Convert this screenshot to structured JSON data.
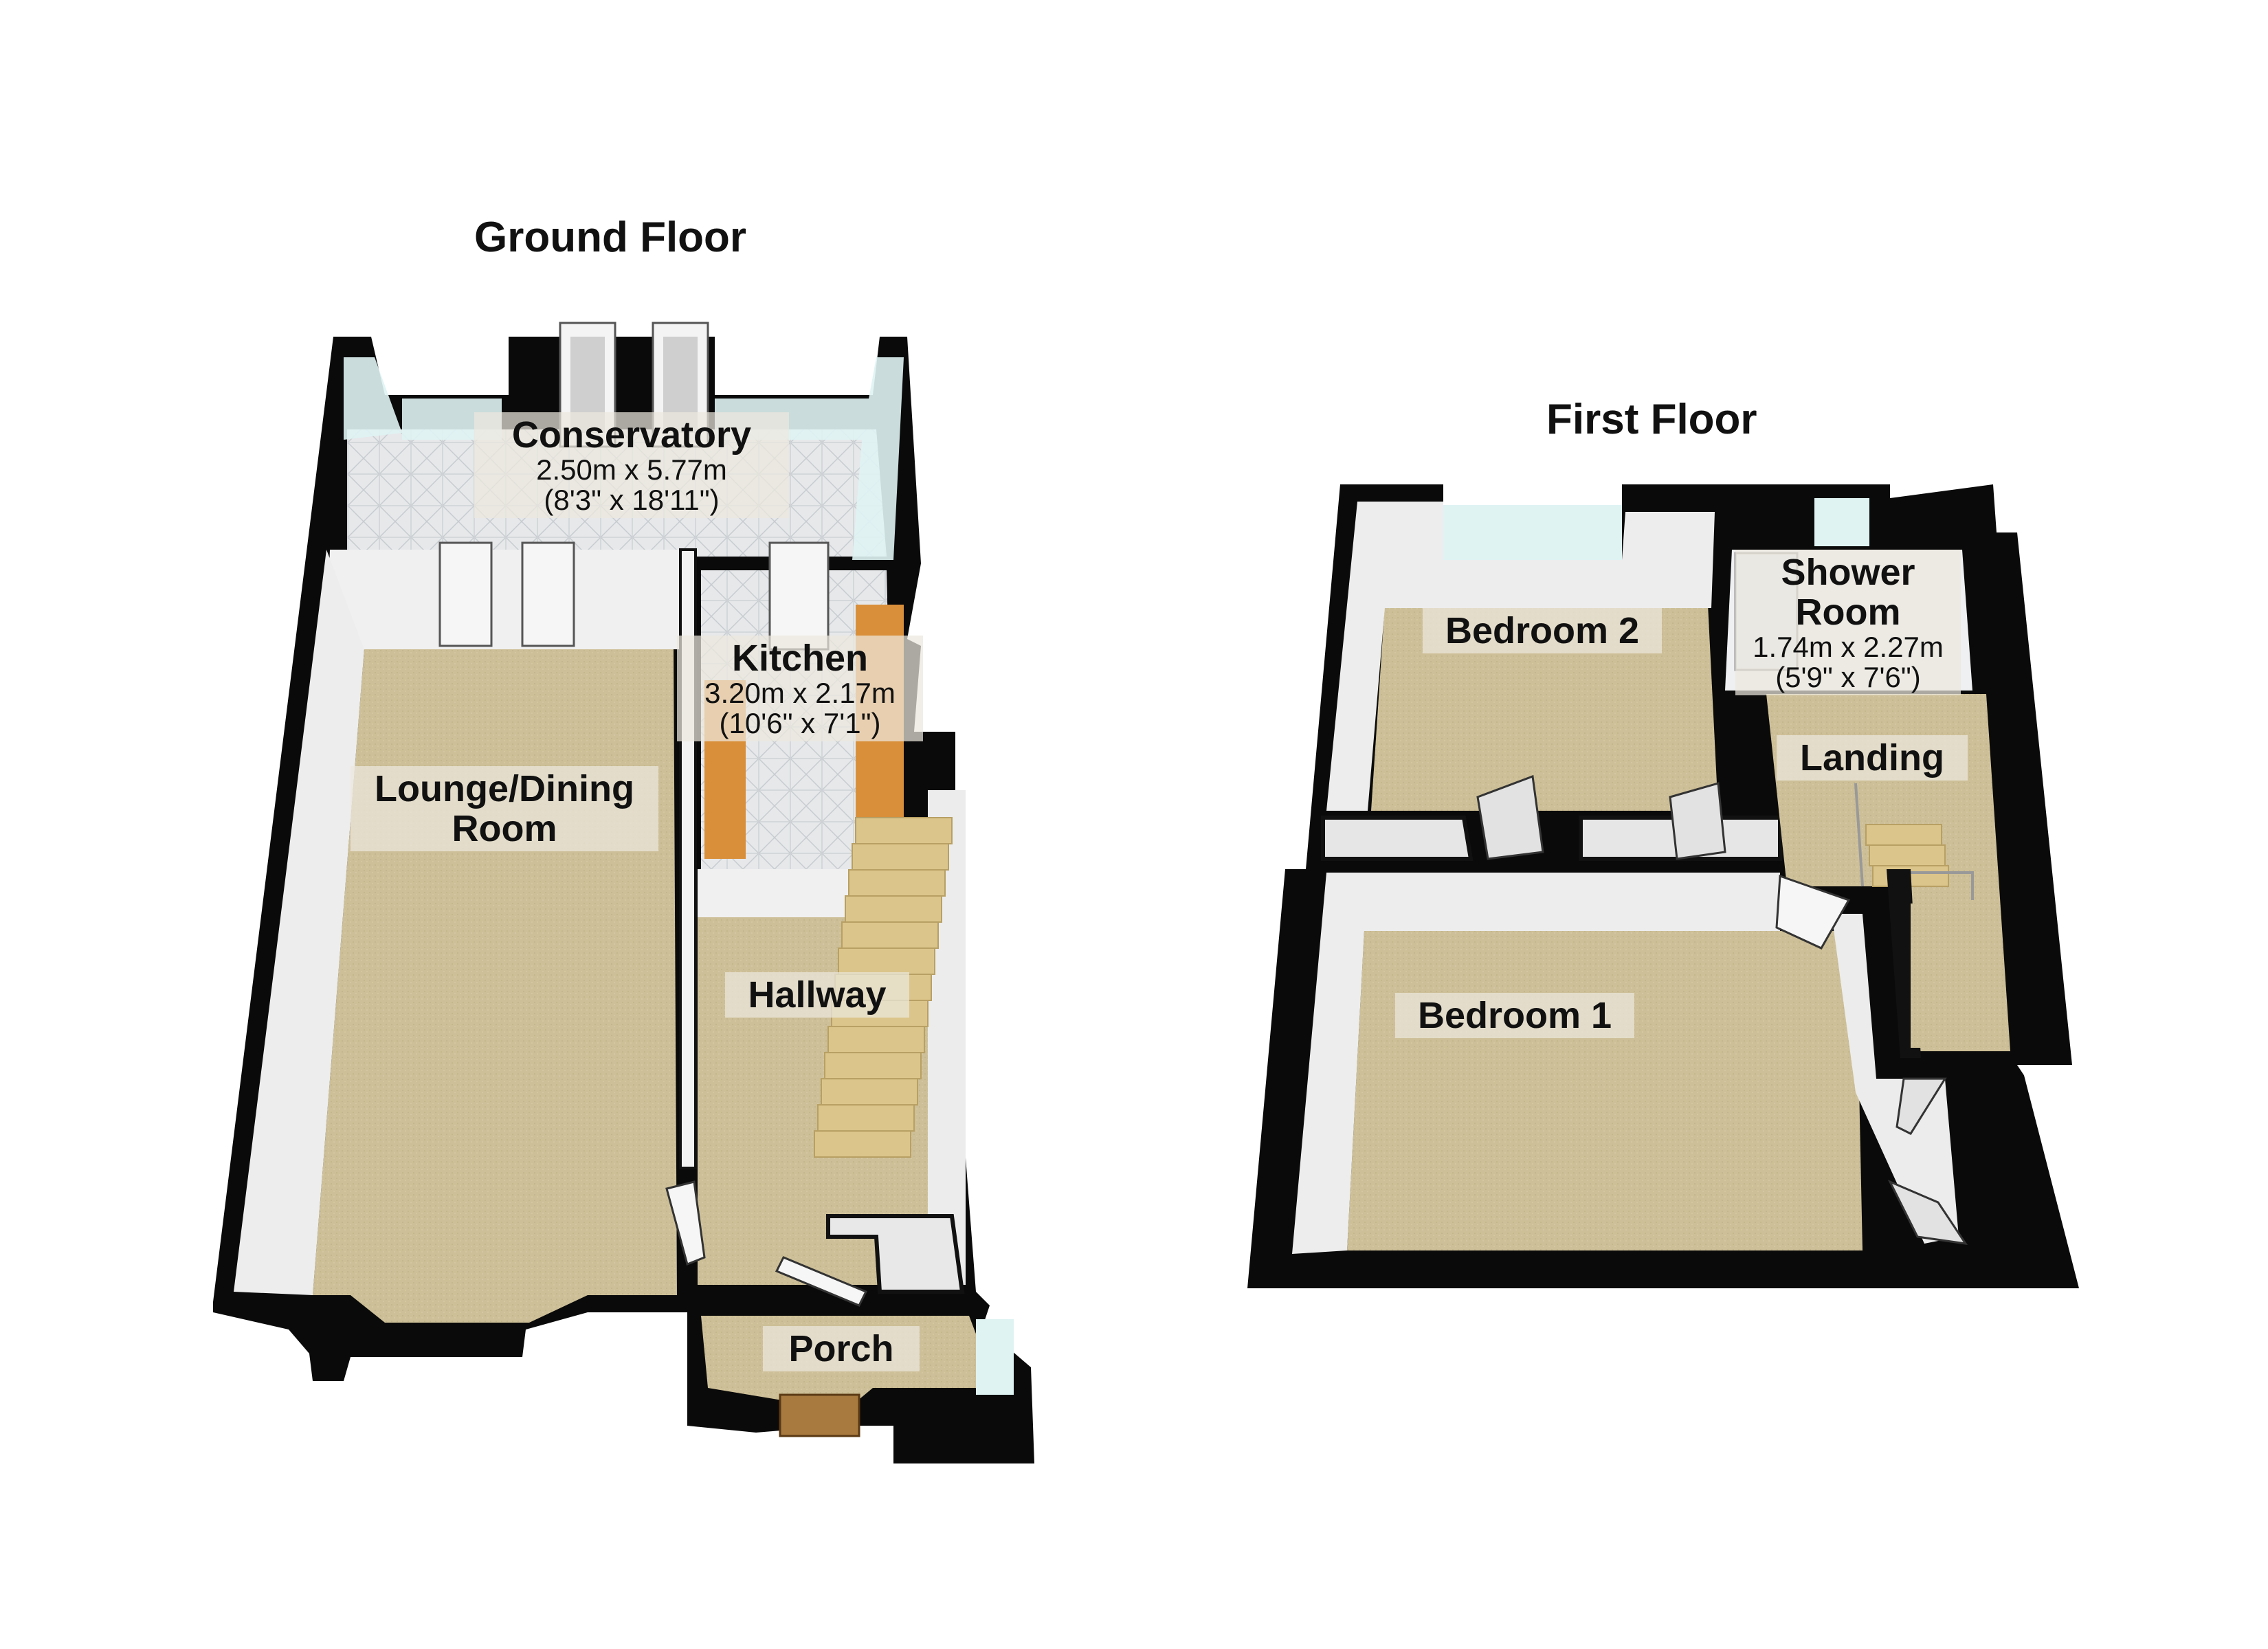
{
  "ground_floor": {
    "title": "Ground Floor",
    "rooms": {
      "conservatory": {
        "name": "Conservatory",
        "dim_metric": "2.50m x 5.77m",
        "dim_imperial": "(8'3\" x 18'11\")"
      },
      "kitchen": {
        "name": "Kitchen",
        "dim_metric": "3.20m x 2.17m",
        "dim_imperial": "(10'6\" x 7'1\")"
      },
      "lounge_line1": "Lounge/Dining",
      "lounge_line2": "Room",
      "hallway": "Hallway",
      "porch": "Porch"
    }
  },
  "first_floor": {
    "title": "First Floor",
    "rooms": {
      "bedroom2": "Bedroom 2",
      "shower_line1": "Shower",
      "shower_line2": "Room",
      "shower_dim_metric": "1.74m x 2.27m",
      "shower_dim_imperial": "(5'9\" x 7'6\")",
      "landing": "Landing",
      "bedroom1": "Bedroom 1"
    }
  },
  "colors": {
    "wall": "#0a0a0a",
    "carpet": "#cdbf97",
    "wall_face": "#eeeeee",
    "tile": "#e6e8ea",
    "worktop": "#d98f3a",
    "stair": "#dcc58a",
    "glass": "#dff3f3"
  }
}
